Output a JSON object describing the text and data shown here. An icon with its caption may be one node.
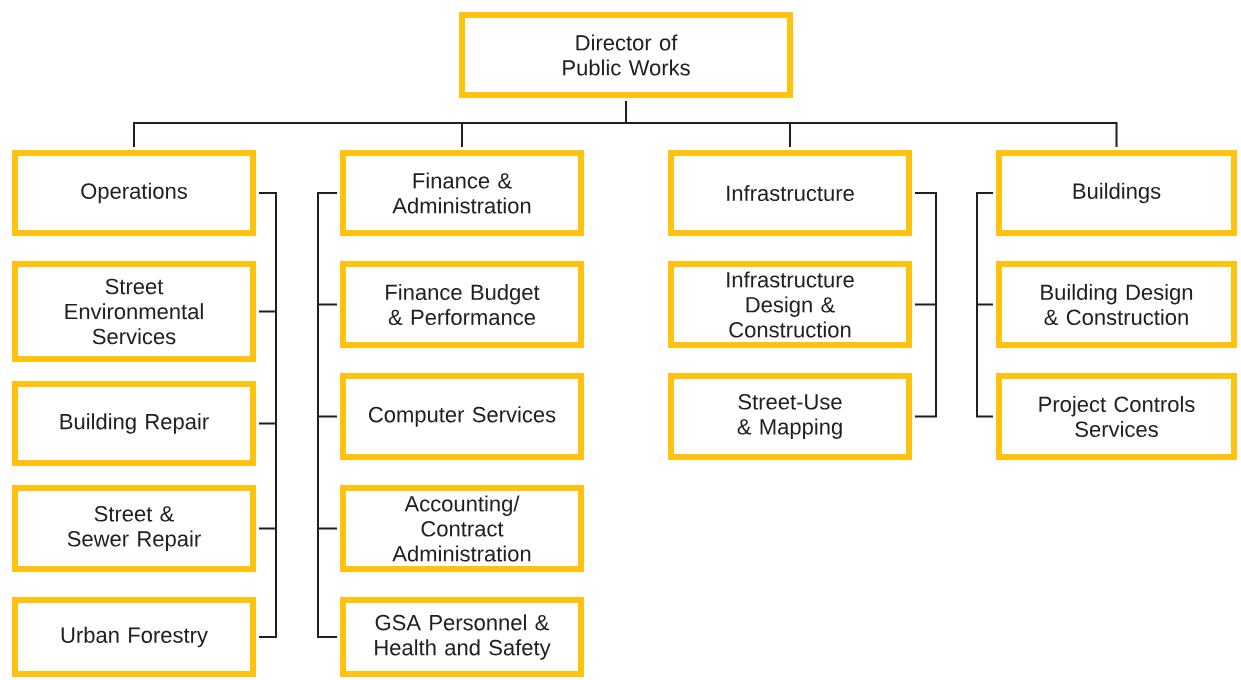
{
  "diagram": {
    "nodes": [
      {
        "text": [
          "Director of Public Works"
        ]
      },
      {
        "text": [
          "Operations"
        ]
      },
      {
        "text": [
          "Street Environmental Services"
        ]
      },
      {
        "text": [
          "Building Repair"
        ]
      },
      {
        "text": [
          "Street & Sewer Repair"
        ]
      },
      {
        "text": [
          "Urban Forestry"
        ]
      },
      {
        "text": [
          "Finance & Administration"
        ]
      },
      {
        "text": [
          "Finance Budget & Performance"
        ]
      },
      {
        "text": [
          "Computer Services"
        ]
      },
      {
        "text": [
          "Accounting/ Contract Administration"
        ]
      },
      {
        "text": [
          "GSA Personnel & Health and Safety"
        ]
      },
      {
        "text": [
          "Infrastructure"
        ]
      },
      {
        "text": [
          "Infrastructure Design & Construction"
        ]
      },
      {
        "text": [
          "Street-Use & Mapping"
        ]
      },
      {
        "text": [
          "Buildings"
        ]
      },
      {
        "text": [
          "Building Design & Construction"
        ]
      },
      {
        "text": [
          "Project Controls Services"
        ]
      }
    ],
    "edges": [
      {
        "from": 0,
        "to": 1,
        "arrow": "none"
      },
      {
        "from": 0,
        "to": 6,
        "arrow": "none"
      },
      {
        "from": 0,
        "to": 11,
        "arrow": "none"
      },
      {
        "from": 0,
        "to": 14,
        "arrow": "none"
      },
      {
        "from": 1,
        "to": 2,
        "arrow": "none"
      },
      {
        "from": 1,
        "to": 3,
        "arrow": "none"
      },
      {
        "from": 1,
        "to": 4,
        "arrow": "none"
      },
      {
        "from": 1,
        "to": 5,
        "arrow": "none"
      },
      {
        "from": 6,
        "to": 7,
        "arrow": "none"
      },
      {
        "from": 6,
        "to": 8,
        "arrow": "none"
      },
      {
        "from": 6,
        "to": 9,
        "arrow": "none"
      },
      {
        "from": 6,
        "to": 10,
        "arrow": "none"
      },
      {
        "from": 11,
        "to": 12,
        "arrow": "none"
      },
      {
        "from": 11,
        "to": 13,
        "arrow": "none"
      },
      {
        "from": 14,
        "to": 15,
        "arrow": "none"
      },
      {
        "from": 14,
        "to": 16,
        "arrow": "none"
      }
    ]
  }
}
